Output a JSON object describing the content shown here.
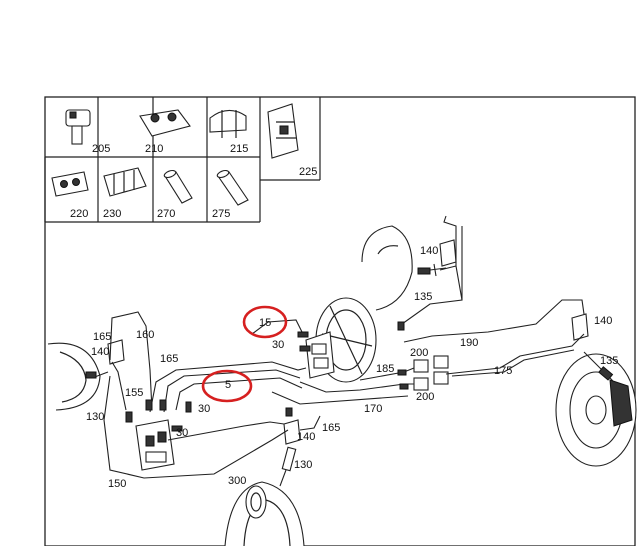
{
  "parts_legend": [
    {
      "id": "205",
      "label": "205",
      "icon": "sensor-connector-icon"
    },
    {
      "id": "210",
      "label": "210",
      "icon": "double-clip-icon"
    },
    {
      "id": "215",
      "label": "215",
      "icon": "bracket-clip-icon"
    },
    {
      "id": "225",
      "label": "225",
      "icon": "holder-clip-icon"
    },
    {
      "id": "220",
      "label": "220",
      "icon": "pipe-clip-icon"
    },
    {
      "id": "230",
      "label": "230",
      "icon": "multi-clip-icon"
    },
    {
      "id": "270",
      "label": "270",
      "icon": "sleeve-icon"
    },
    {
      "id": "275",
      "label": "275",
      "icon": "sleeve-long-icon"
    }
  ],
  "callouts": {
    "c15": "15",
    "c30a": "30",
    "c30b": "30",
    "c30c": "30",
    "c5": "5",
    "c140tr": "140",
    "c135tr": "135",
    "c140r": "140",
    "c135r": "135",
    "c190": "190",
    "c175": "175",
    "c200a": "200",
    "c200b": "200",
    "c185": "185",
    "c170": "170",
    "c165a": "165",
    "c165b": "165",
    "c165c": "165",
    "c160": "160",
    "c140l": "140",
    "c130l": "130",
    "c155": "155",
    "c140b": "140",
    "c130b": "130",
    "c150": "150",
    "c300": "300"
  },
  "highlighted": [
    "15",
    "5"
  ],
  "colors": {
    "highlight": "#d62020",
    "line": "#222222"
  }
}
